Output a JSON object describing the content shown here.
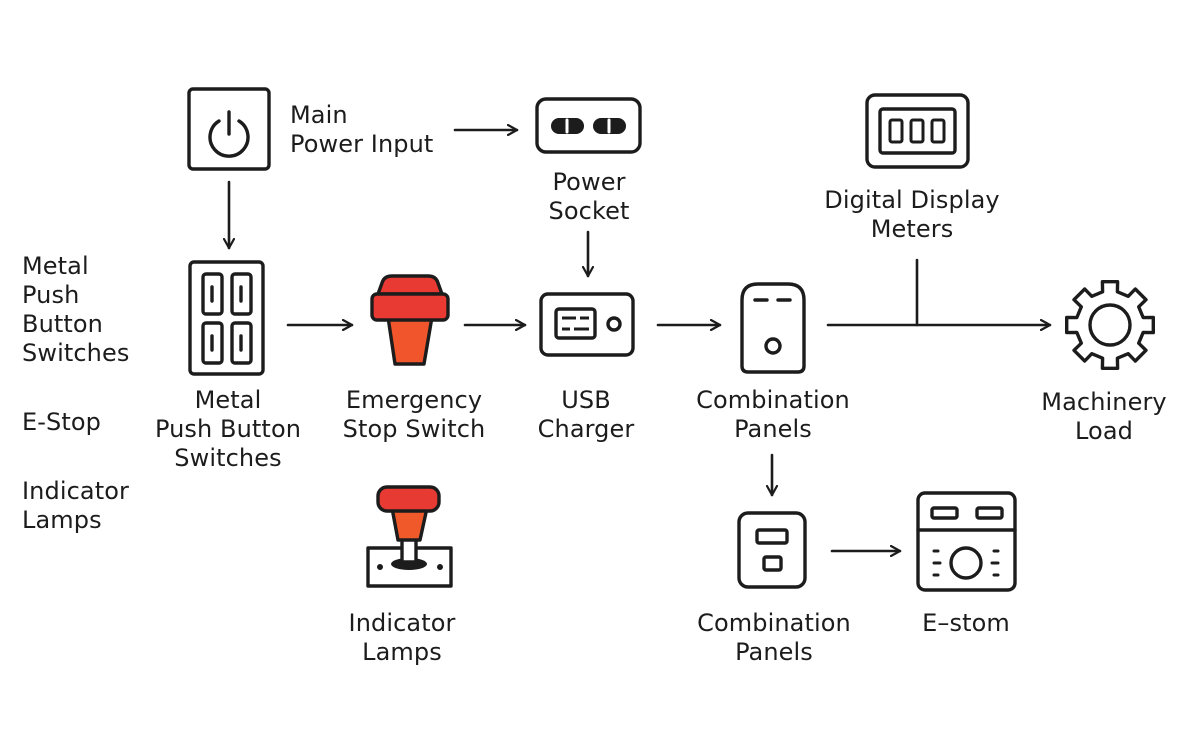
{
  "side_labels": [
    "Metal\nPush\nButton\nSwitches",
    "E-Stop",
    "Indicator\nLamps"
  ],
  "nodes": {
    "main_power_input": "Main\nPower Input",
    "power_socket": "Power\nSocket",
    "digital_display_meters": "Digital Display\nMeters",
    "metal_push_button_switches": "Metal\nPush Button\nSwitches",
    "emergency_stop_switch": "Emergency\nStop Switch",
    "usb_charger": "USB\nCharger",
    "combination_panels_top": "Combination\nPanels",
    "machinery_load": "Machinery\nLoad",
    "indicator_lamps": "Indicator\nLamps",
    "combination_panels_bottom": "Combination\nPanels",
    "e_stom": "E–stom"
  },
  "colors": {
    "stroke": "#1c1c1c",
    "estop_red": "#e83a32",
    "estop_orange": "#f0552b",
    "lamp_red": "#e63a32",
    "lamp_orange": "#f05a2a"
  },
  "icons": {
    "main_power_input": "power-icon",
    "power_socket": "power-socket-icon",
    "digital_display_meters": "digital-meter-icon",
    "metal_push_button_switches": "push-button-panel-icon",
    "emergency_stop_switch": "emergency-stop-icon",
    "usb_charger": "usb-charger-icon",
    "combination_panels": "combination-panel-icon",
    "machinery_load": "gear-icon",
    "indicator_lamps": "indicator-lamp-icon",
    "e_stom": "control-panel-icon"
  }
}
